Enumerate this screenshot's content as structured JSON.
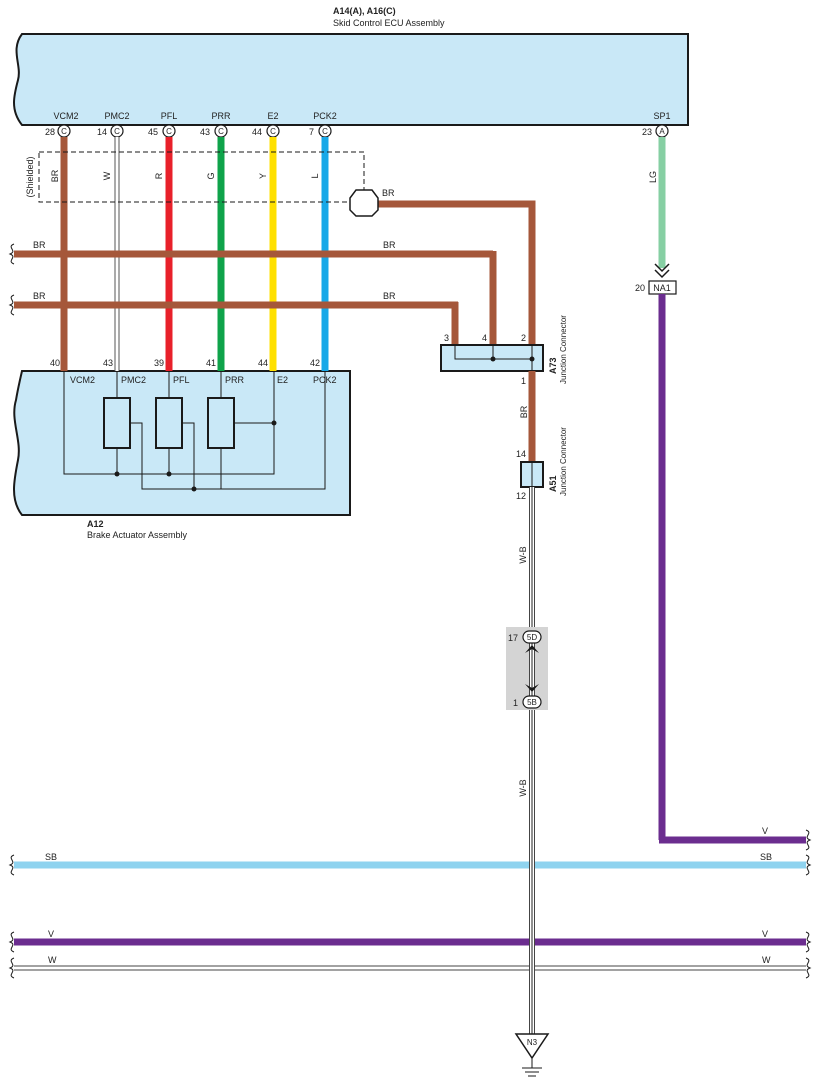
{
  "colors": {
    "BR": "#a5573a",
    "W": "#ffffff",
    "R": "#e8202a",
    "G": "#0fa34a",
    "Y": "#ffe000",
    "L": "#17a8e8",
    "LG": "#86cfa3",
    "V": "#6b2d8f",
    "SB": "#8fd3ef",
    "box_fill": "#c9e8f7",
    "bay_fill": "#d4d4d4"
  },
  "ecu": {
    "ref": "A14(A), A16(C)",
    "name": "Skid Control ECU Assembly",
    "pins": [
      {
        "label": "VCM2",
        "num": "28",
        "conn": "C",
        "wire": "BR"
      },
      {
        "label": "PMC2",
        "num": "14",
        "conn": "C",
        "wire": "W"
      },
      {
        "label": "PFL",
        "num": "45",
        "conn": "C",
        "wire": "R"
      },
      {
        "label": "PRR",
        "num": "43",
        "conn": "C",
        "wire": "G"
      },
      {
        "label": "E2",
        "num": "44",
        "conn": "C",
        "wire": "Y"
      },
      {
        "label": "PCK2",
        "num": "7",
        "conn": "C",
        "wire": "L"
      }
    ],
    "sp1": {
      "label": "SP1",
      "num": "23",
      "conn": "A",
      "wire": "LG"
    }
  },
  "shield": {
    "label": "(Shielded)",
    "wire": "BR"
  },
  "left_wires": [
    {
      "wire": "BR",
      "right_label": "BR"
    },
    {
      "wire": "BR",
      "right_label": "BR"
    }
  ],
  "actuator": {
    "ref": "A12",
    "name": "Brake Actuator Assembly",
    "pins": [
      {
        "label": "VCM2",
        "num": "40"
      },
      {
        "label": "PMC2",
        "num": "43"
      },
      {
        "label": "PFL",
        "num": "39"
      },
      {
        "label": "PRR",
        "num": "41"
      },
      {
        "label": "E2",
        "num": "44"
      },
      {
        "label": "PCK2",
        "num": "42"
      }
    ]
  },
  "a73": {
    "ref": "A73",
    "name": "Junction Connector",
    "pins": [
      "3",
      "4",
      "2"
    ],
    "out_pin": "1",
    "out_wire": "BR"
  },
  "a51": {
    "ref": "A51",
    "name": "Junction Connector",
    "in_pin": "14",
    "out_pin": "12",
    "out_wire": "W-B"
  },
  "conn_5d": {
    "num": "17",
    "label": "5D"
  },
  "conn_5b": {
    "num": "1",
    "label": "5B",
    "wire": "W-B"
  },
  "na1": {
    "num": "20",
    "label": "NA1",
    "wire": "V"
  },
  "ground": {
    "label": "N3"
  },
  "bus_wires": [
    {
      "wire": "SB",
      "left": "SB",
      "right": "SB"
    },
    {
      "wire": "V",
      "left": "V",
      "right": "V"
    },
    {
      "wire": "W",
      "left": "W",
      "right": "W"
    }
  ]
}
